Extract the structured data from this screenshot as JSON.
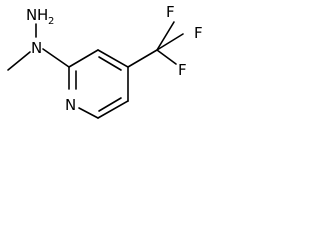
{
  "structure": {
    "labels": {
      "hydrazine_n": "N",
      "amine_h": "H",
      "amine_h_count": "2",
      "methyl_n": "N",
      "ring_n": "N",
      "fluorine_top": "F",
      "fluorine_right": "F",
      "fluorine_bottom": "F"
    },
    "colors": {
      "bond": "#000000",
      "text": "#000000",
      "background": "#ffffff"
    }
  }
}
